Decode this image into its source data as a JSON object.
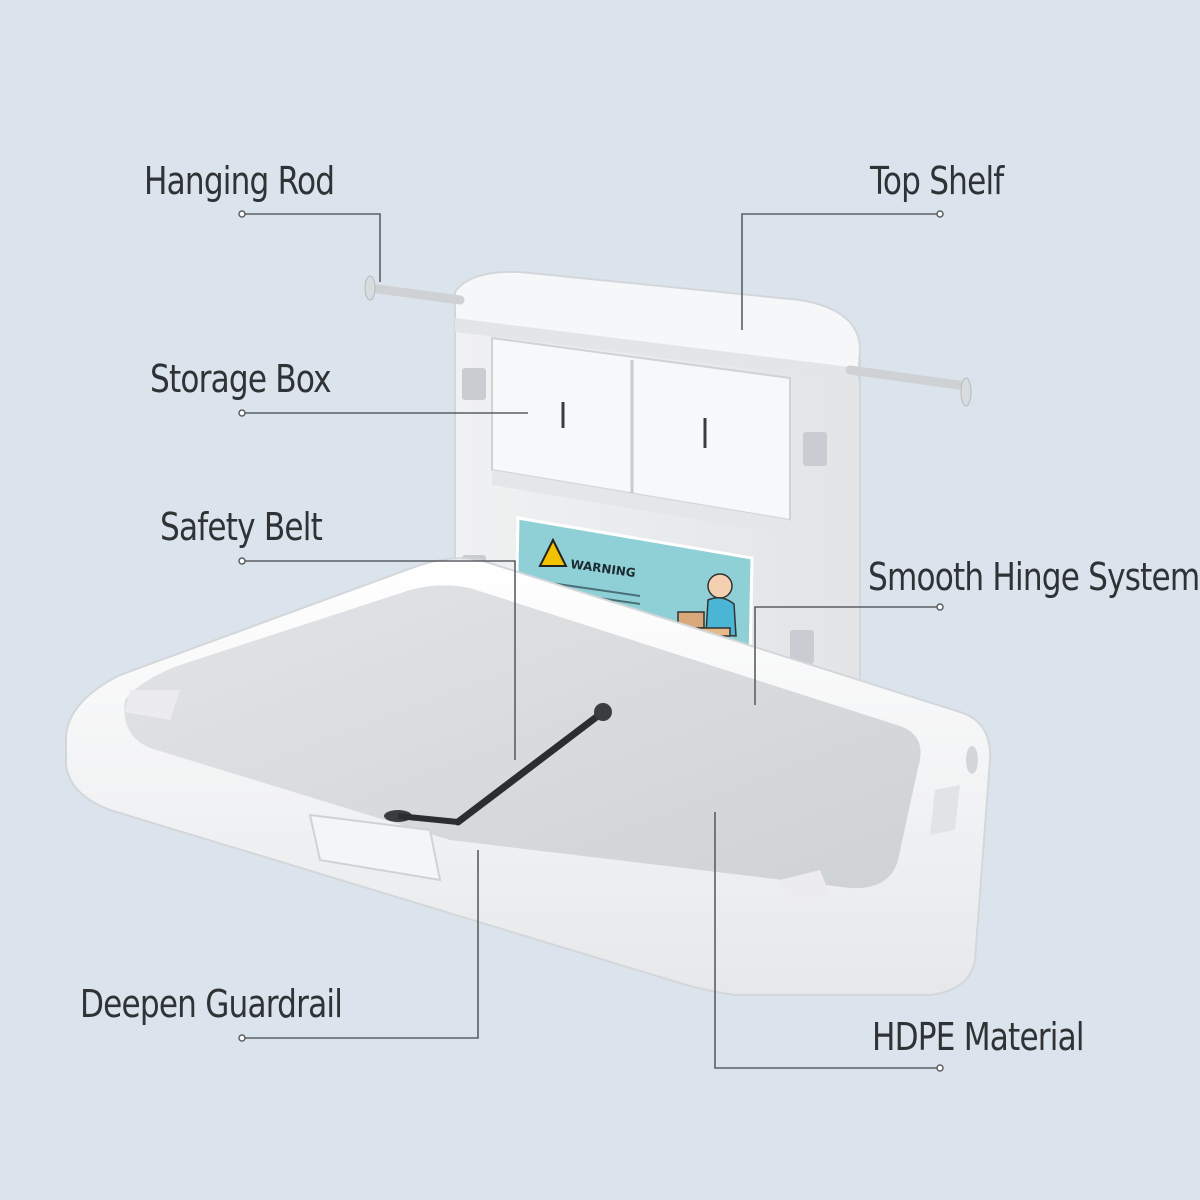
{
  "labels": {
    "hanging_rod": "Hanging Rod",
    "top_shelf": "Top Shelf",
    "storage_box": "Storage Box",
    "safety_belt": "Safety Belt",
    "smooth_hinge_system": "Smooth Hinge System",
    "deepen_guardrail": "Deepen Guardrail",
    "hdpe_material": "HDPE Material"
  },
  "sticker": {
    "warning": "WARNING"
  },
  "colors": {
    "background": "#dbe4ec",
    "leader_line": "#5a5f63",
    "sticker": "#8fd0d6",
    "warning_icon": "#f2c200"
  }
}
